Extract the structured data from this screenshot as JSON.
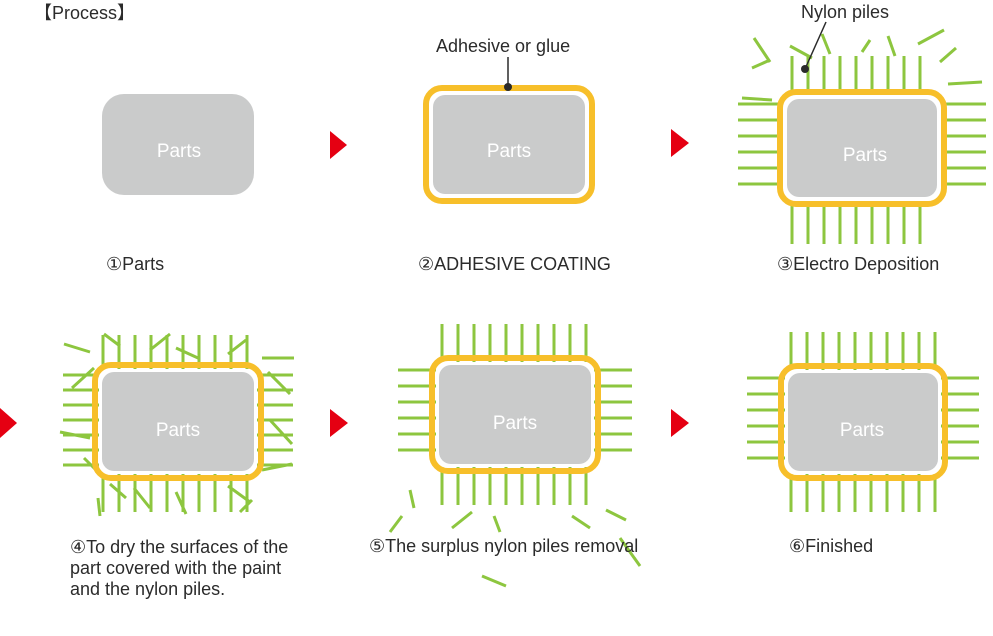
{
  "header": {
    "title": "【Process】"
  },
  "callouts": {
    "adhesive": "Adhesive or glue",
    "nylon": "Nylon piles"
  },
  "part_label": "Parts",
  "steps": [
    {
      "caption": "①Parts"
    },
    {
      "caption": "②ADHESIVE COATING"
    },
    {
      "caption": "③Electro Deposition"
    },
    {
      "caption": "④To dry the surfaces of the part covered with the paint and the nylon piles."
    },
    {
      "caption": "⑤The surplus nylon piles removal"
    },
    {
      "caption": "⑥Finished"
    }
  ],
  "colors": {
    "part": "#cacbcb",
    "adhesive": "#f7bf2a",
    "pile": "#8dc63f",
    "arrow": "#e50012",
    "text": "#2b2b2b"
  }
}
